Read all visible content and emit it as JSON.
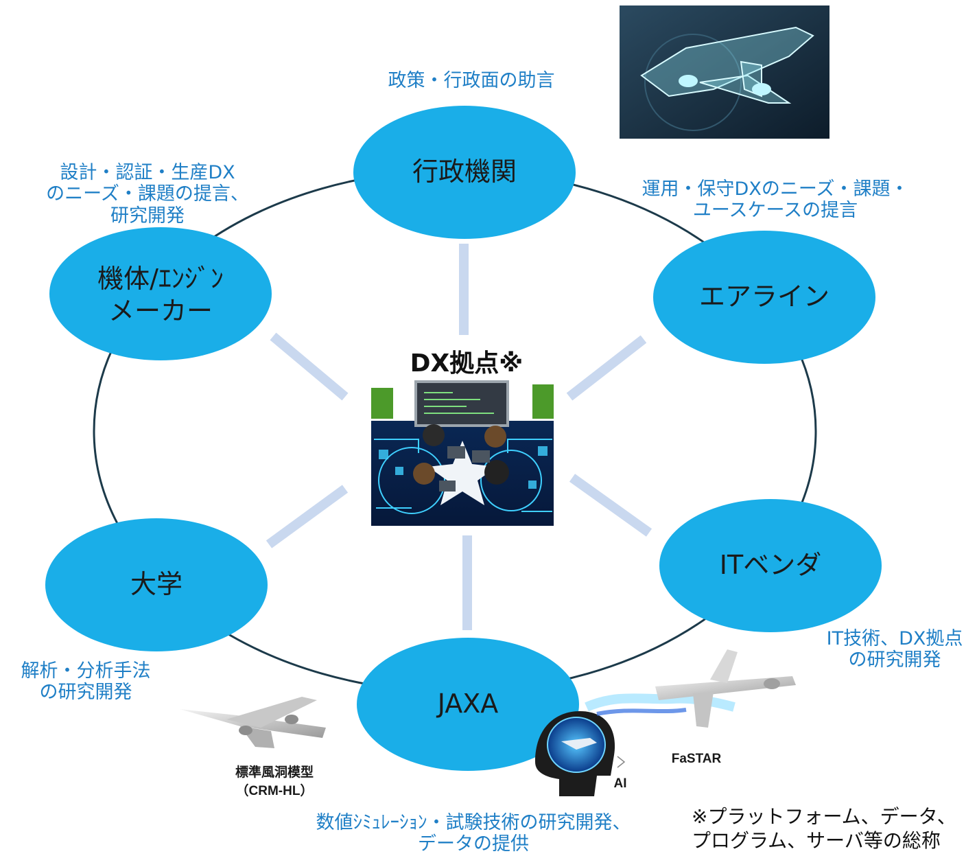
{
  "colors": {
    "node_fill": "#1aaee8",
    "ring_stroke": "#1c3a4a",
    "spoke": "#c9d8ef",
    "desc_text": "#1f7fc6"
  },
  "hub": {
    "title": "DX拠点※",
    "image_icon": "meeting-network-illustration"
  },
  "nodes": {
    "gov": [
      "行政機関"
    ],
    "maker": [
      "機体/ｴﾝｼﾞﾝ",
      "メーカー"
    ],
    "airline": [
      "エアライン"
    ],
    "univ": [
      "大学"
    ],
    "itvendor": [
      "ITベンダ"
    ],
    "jaxa": [
      "JAXA"
    ]
  },
  "descriptions": {
    "gov": [
      "政策・行政面の助言"
    ],
    "maker": [
      "設計・認証・生産DX",
      "のニーズ・課題の提言、",
      "研究開発"
    ],
    "airline": [
      "運用・保守DXのニーズ・課題・",
      "ユースケースの提言"
    ],
    "univ": [
      "解析・分析手法",
      "の研究開発"
    ],
    "itvendor": [
      "IT技術、DX拠点",
      "の研究開発"
    ],
    "jaxa": [
      "数値ｼﾐｭﾚｰｼｮﾝ・試験技術の研究開発、",
      "データの提供"
    ]
  },
  "images": {
    "top_right": "digital-aircraft-image",
    "model_aircraft": "aircraft-model-icon",
    "ai_head": "ai-brain-head-icon",
    "fastar_aircraft": "aircraft-airflow-icon"
  },
  "labels": {
    "model_name": "標準風洞模型",
    "model_code": "（CRM-HL）",
    "ai": "AI",
    "fastar": "FaSTAR"
  },
  "note": [
    "※プラットフォーム、データ、",
    "プログラム、サーバ等の総称"
  ]
}
